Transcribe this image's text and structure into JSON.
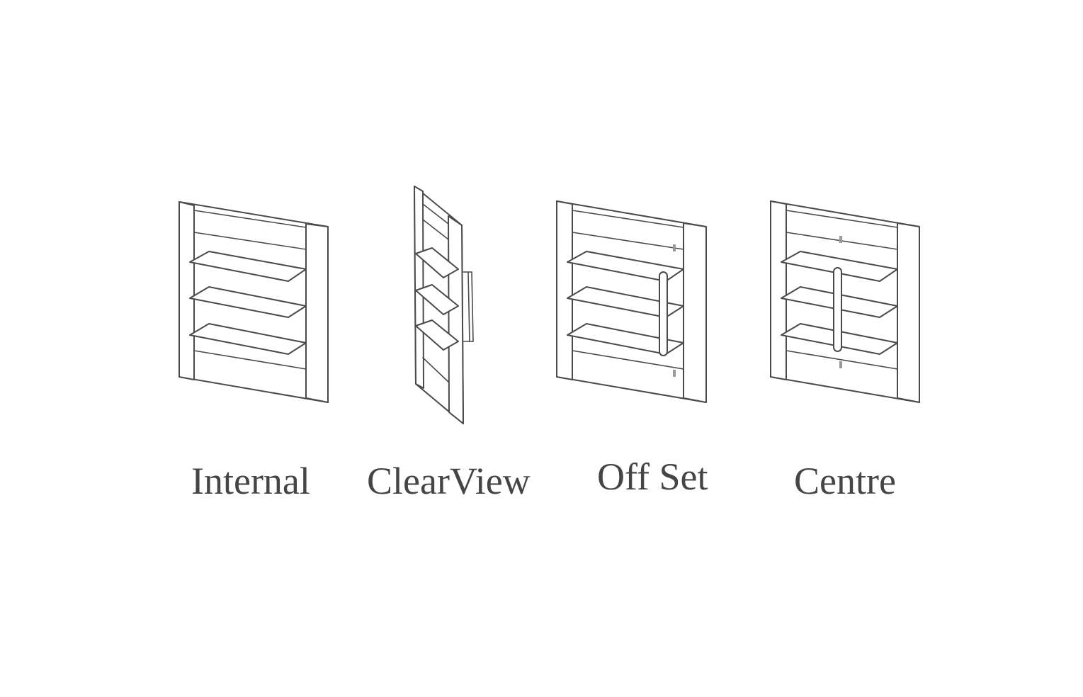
{
  "shutter_types": [
    {
      "label": "Internal",
      "icon": "internal-shutter-icon"
    },
    {
      "label": "ClearView",
      "icon": "clearview-shutter-icon"
    },
    {
      "label": "Off Set",
      "icon": "offset-shutter-icon"
    },
    {
      "label": "Centre",
      "icon": "centre-shutter-icon"
    }
  ],
  "colors": {
    "line": "#4a4a4a",
    "label_text": "#454545",
    "background": "#ffffff"
  }
}
